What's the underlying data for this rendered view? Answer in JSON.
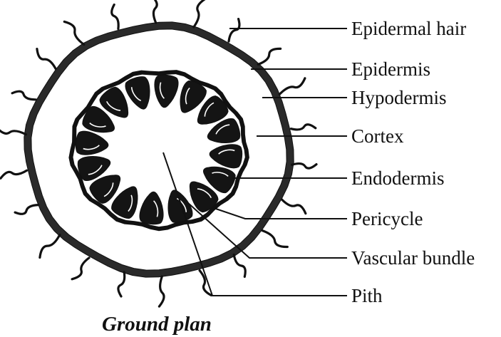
{
  "diagram": {
    "caption": "Ground plan",
    "labels": {
      "epidermal_hair": "Epidermal hair",
      "epidermis": "Epidermis",
      "hypodermis": "Hypodermis",
      "cortex": "Cortex",
      "endodermis": "Endodermis",
      "pericycle": "Pericycle",
      "vascular_bundle": "Vascular bundle",
      "pith": "Pith"
    },
    "colors": {
      "ink": "#111111",
      "background": "#ffffff"
    }
  }
}
